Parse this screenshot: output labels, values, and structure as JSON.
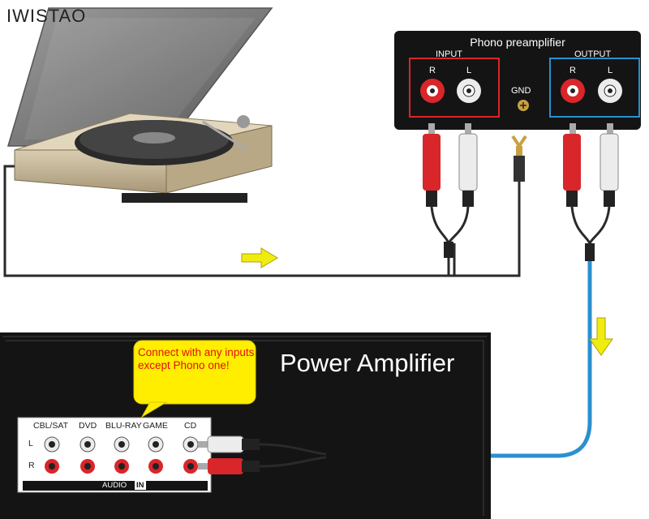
{
  "brand": "IWISTAO",
  "preamp": {
    "title": "Phono preamplifier",
    "input_label": "INPUT",
    "output_label": "OUTPUT",
    "gnd_label": "GND",
    "r": "R",
    "l": "L"
  },
  "amplifier": {
    "title": "Power Amplifier",
    "callout": "Connect with any inputs except Phono one!",
    "inputs": [
      "CBL/SAT",
      "DVD",
      "BLU-RAY",
      "GAME",
      "CD"
    ],
    "row_l": "L",
    "row_r": "R",
    "audio": "AUDIO",
    "in": "IN"
  },
  "colors": {
    "panel": "#141414",
    "cable_blue": "#2a90d0",
    "arrow": "#f0ec10",
    "callout_bg": "#ffee00",
    "rca_red": "#d8262b",
    "rca_white": "#ececec"
  }
}
